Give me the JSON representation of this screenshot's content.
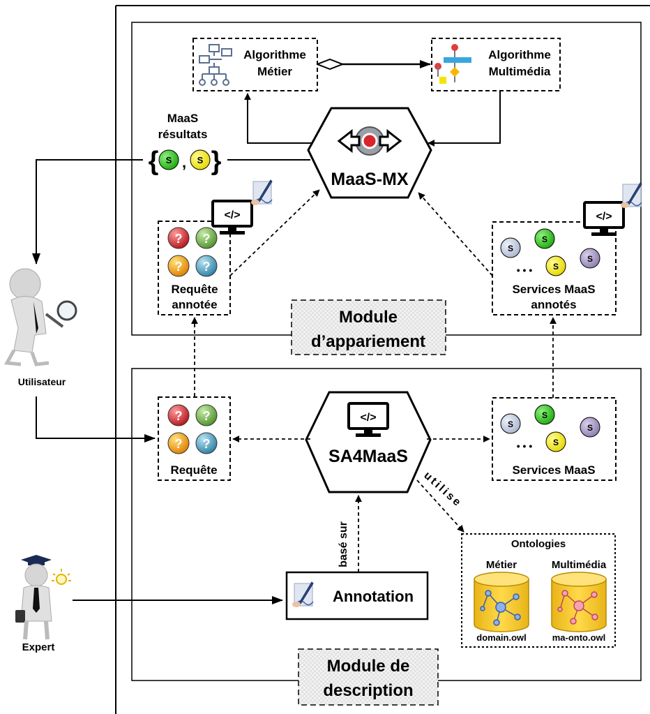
{
  "diagram": {
    "matching_module": {
      "title_line1": "Module",
      "title_line2": "d’appariement"
    },
    "description_module": {
      "title_line1": "Module de",
      "title_line2": "description"
    },
    "maas_mx": {
      "label": "MaaS-MX"
    },
    "sa4maas": {
      "label": "SA4MaaS"
    },
    "algo_metier": {
      "line1": "Algorithme",
      "line2": "Métier"
    },
    "algo_multimedia": {
      "line1": "Algorithme",
      "line2": "Multimédia"
    },
    "maas_results": {
      "line1": "MaaS",
      "line2": "résultats",
      "open_brace": "{",
      "close_brace": "}",
      "comma": ",",
      "service_glyph": "S"
    },
    "annotated_request": {
      "line1": "Requête",
      "line2": "annotée"
    },
    "annotated_services": {
      "line1": "Services MaaS",
      "line2": "annotés"
    },
    "request": {
      "label": "Requête"
    },
    "services": {
      "label": "Services MaaS"
    },
    "service_glyph": "S",
    "dots": "• • •",
    "code_glyph": "</>",
    "question_glyph": "?",
    "edge_labels": {
      "based_on": "basé sur",
      "uses": "utilise"
    },
    "annotation": {
      "label": "Annotation"
    },
    "ontologies": {
      "title": "Ontologies",
      "business_label": "Métier",
      "multimedia_label": "Multimédia",
      "business_file": "domain.owl",
      "multimedia_file": "ma-onto.owl"
    },
    "actors": {
      "user": "Utilisateur",
      "expert": "Expert"
    },
    "colors": {
      "service_grey": "#c9d3e6",
      "service_green": "#2ecc1f",
      "service_yellow": "#f5ef00",
      "service_purple": "#a99bc4",
      "q_red": "#d9262c",
      "q_green": "#6cb33f",
      "q_orange": "#f2a413",
      "q_blue": "#3f9bc0",
      "ontology_fill": "#f7c626",
      "dashed_box_fill": "#eeeeee"
    }
  }
}
